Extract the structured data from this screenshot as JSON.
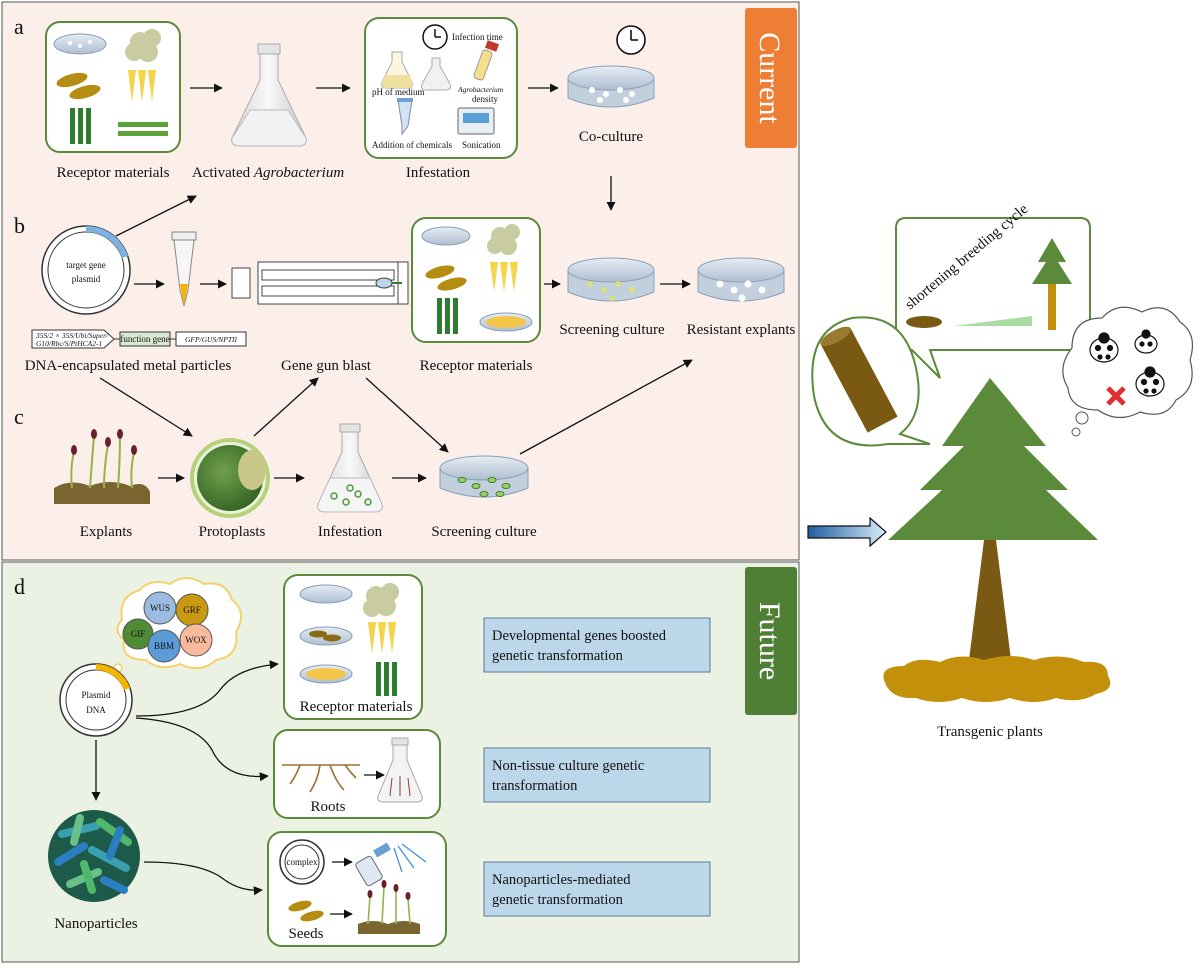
{
  "panels": {
    "a": "a",
    "b": "b",
    "c": "c",
    "d": "d",
    "current_banner": "Current",
    "future_banner": "Future"
  },
  "section_a": {
    "receptor": "Receptor materials",
    "activated_prefix": "Activated ",
    "activated_italic": "Agrobacterium",
    "infestation": "Infestation",
    "coculture": "Co-culture",
    "infection_time": "Infection time",
    "ph_medium": "pH of medium",
    "agro_density_italic": "Agrobacterium",
    "agro_density_suffix": "density",
    "addition_chemicals": "Addition of chemicals",
    "sonication": "Sonication"
  },
  "section_b": {
    "plasmid_line1": "target gene",
    "plasmid_line2": "plasmid",
    "promoter_line1": "35S/2 × 35S/Ubi/Super/",
    "promoter_line2": "G10/Rbc/S/PtHCA2-1",
    "function_gene": "function gene",
    "marker_gene": "GFP/GUS/NPTII",
    "dna_particles": "DNA-encapsulated metal particles",
    "gene_gun": "Gene gun blast",
    "receptor": "Receptor materials",
    "screening": "Screening culture",
    "resistant": "Resistant explants"
  },
  "section_c": {
    "explants": "Explants",
    "protoplasts": "Protoplasts",
    "infestation": "Infestation",
    "screening": "Screening culture"
  },
  "section_d": {
    "gene_wus": "WUS",
    "gene_grf": "GRF",
    "gene_gif": "GIF",
    "gene_bbm": "BBM",
    "gene_wox": "WOX",
    "plasmid_line1": "Plasmid",
    "plasmid_line2": "DNA",
    "receptor": "Receptor materials",
    "roots": "Roots",
    "nanoparticles": "Nanoparticles",
    "complex": "complex",
    "seeds": "Seeds",
    "box1_line1": "Developmental genes boosted",
    "box1_line2": "genetic transformation",
    "box2_line1": "Non-tissue culture genetic",
    "box2_line2": "transformation",
    "box3_line1": "Nanoparticles-mediated",
    "box3_line2": "genetic transformation"
  },
  "right": {
    "shortening": "shortening breeding cycle",
    "transgenic": "Transgenic plants"
  },
  "colors": {
    "current_bg": "#fcefea",
    "future_bg": "#ecf2e3",
    "current_banner": "#ef7e35",
    "future_banner": "#4f7f35",
    "box_border": "#5a8a3a",
    "tree": "#5a8a3a",
    "trunk": "#8a6a14",
    "soil": "#c2900a",
    "info_box": "#bcd6ea"
  }
}
